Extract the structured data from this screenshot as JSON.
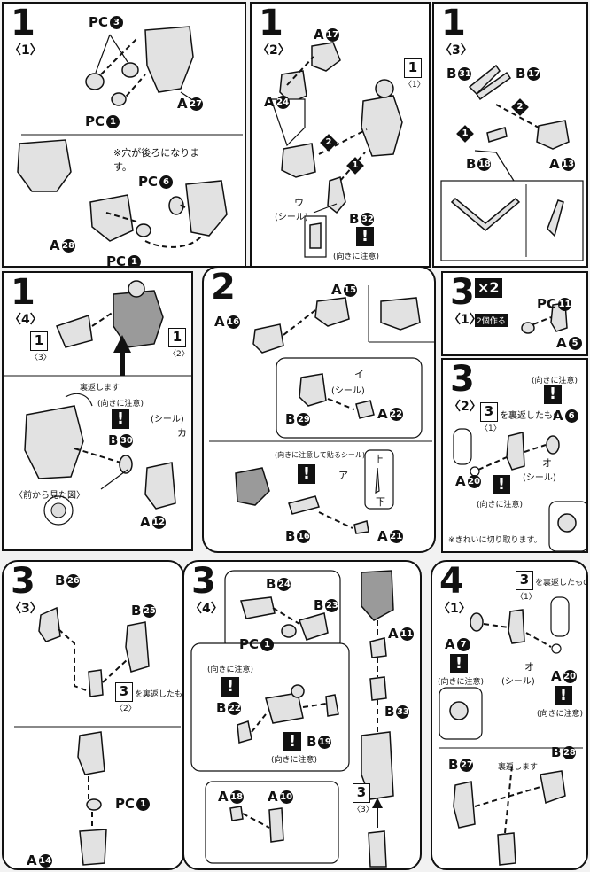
{
  "panels": {
    "p1_1": {
      "step": "1",
      "sub": "〈1〉",
      "pc3": "PC",
      "n3": "3",
      "a27": "A",
      "n27": "27",
      "pc1": "PC",
      "n1": "1",
      "note": "※穴が後ろになります。",
      "pc6": "PC",
      "n6": "6",
      "a28": "A",
      "n28": "28",
      "pc1b": "PC",
      "n1b": "1"
    },
    "p1_2": {
      "step": "1",
      "sub": "〈2〉",
      "a17": "A",
      "n17": "17",
      "a24": "A",
      "n24": "24",
      "ref": "1",
      "refsub": "〈1〉",
      "seal": "(シール)",
      "sealkana": "ウ",
      "b32": "B",
      "n32": "32",
      "caution": "(向きに注意)",
      "arrow1": "1",
      "arrow2": "2"
    },
    "p1_3": {
      "step": "1",
      "sub": "〈3〉",
      "b31": "B",
      "n31": "31",
      "b17": "B",
      "n17": "17",
      "b18": "B",
      "n18": "18",
      "a13": "A",
      "n13": "13",
      "arrow1": "1",
      "arrow2": "2"
    },
    "p1_4": {
      "step": "1",
      "sub": "〈4〉",
      "ref3": "1",
      "ref3sub": "〈3〉",
      "ref2": "1",
      "ref2sub": "〈2〉",
      "flip": "裏返します",
      "caution": "(向きに注意)",
      "seal": "(シール)",
      "sealkana": "カ",
      "b30": "B",
      "n30": "30",
      "front": "〈前から見た図〉",
      "a12": "A",
      "n12": "12"
    },
    "p2": {
      "step": "2",
      "a15": "A",
      "n15": "15",
      "a16": "A",
      "n16": "16",
      "seal": "(シール)",
      "sealkana": "イ",
      "b29": "B",
      "n29": "29",
      "a22": "A",
      "n22": "22",
      "caution": "(向きに注意して貼るシール)",
      "sealkana2": "ア",
      "up": "上",
      "down": "下",
      "b16": "B",
      "n16b": "16",
      "a21": "A",
      "n21": "21"
    },
    "p3_1": {
      "step": "3",
      "sub": "〈1〉",
      "x2": "×2",
      "make2": "2個作る",
      "pc11": "PC",
      "n11": "11",
      "a5": "A",
      "n5": "5"
    },
    "p3_2": {
      "step": "3",
      "sub": "〈2〉",
      "caution": "(向きに注意)",
      "ref": "3",
      "refsub": "〈1〉",
      "flipped": "を裏返したもの",
      "a6": "A",
      "n6": "6",
      "a20": "A",
      "n20": "20",
      "caution2": "(向きに注意)",
      "seal": "(シール)",
      "sealkana": "オ",
      "cut": "※きれいに切り取ります。"
    },
    "p3_3": {
      "step": "3",
      "sub": "〈3〉",
      "b26": "B",
      "n26": "26",
      "b25": "B",
      "n25": "25",
      "ref": "3",
      "refsub": "〈2〉",
      "flipped": "を裏返したもの",
      "pc1": "PC",
      "n1": "1",
      "a14": "A",
      "n14": "14"
    },
    "p3_4": {
      "step": "3",
      "sub": "〈4〉",
      "b24": "B",
      "n24": "24",
      "b23": "B",
      "n23": "23",
      "pc1": "PC",
      "n1": "1",
      "caution": "(向きに注意)",
      "b22": "B",
      "n22": "22",
      "b19": "B",
      "n19": "19",
      "caution2": "(向きに注意)",
      "a18": "A",
      "n18": "18",
      "a10": "A",
      "n10": "10",
      "a11": "A",
      "n11": "11",
      "b33": "B",
      "n33": "33",
      "ref": "3",
      "refsub": "〈3〉"
    },
    "p4_1": {
      "step": "4",
      "sub": "〈1〉",
      "ref": "3",
      "refsub": "〈1〉",
      "flipped": "を裏返したもの",
      "a7": "A",
      "n7": "7",
      "caution": "(向きに注意)",
      "seal": "(シール)",
      "sealkana": "オ",
      "a20": "A",
      "n20": "20",
      "caution2": "(向きに注意)",
      "b27": "B",
      "n27": "27",
      "flip": "裏返します",
      "b28": "B",
      "n28": "28"
    }
  }
}
